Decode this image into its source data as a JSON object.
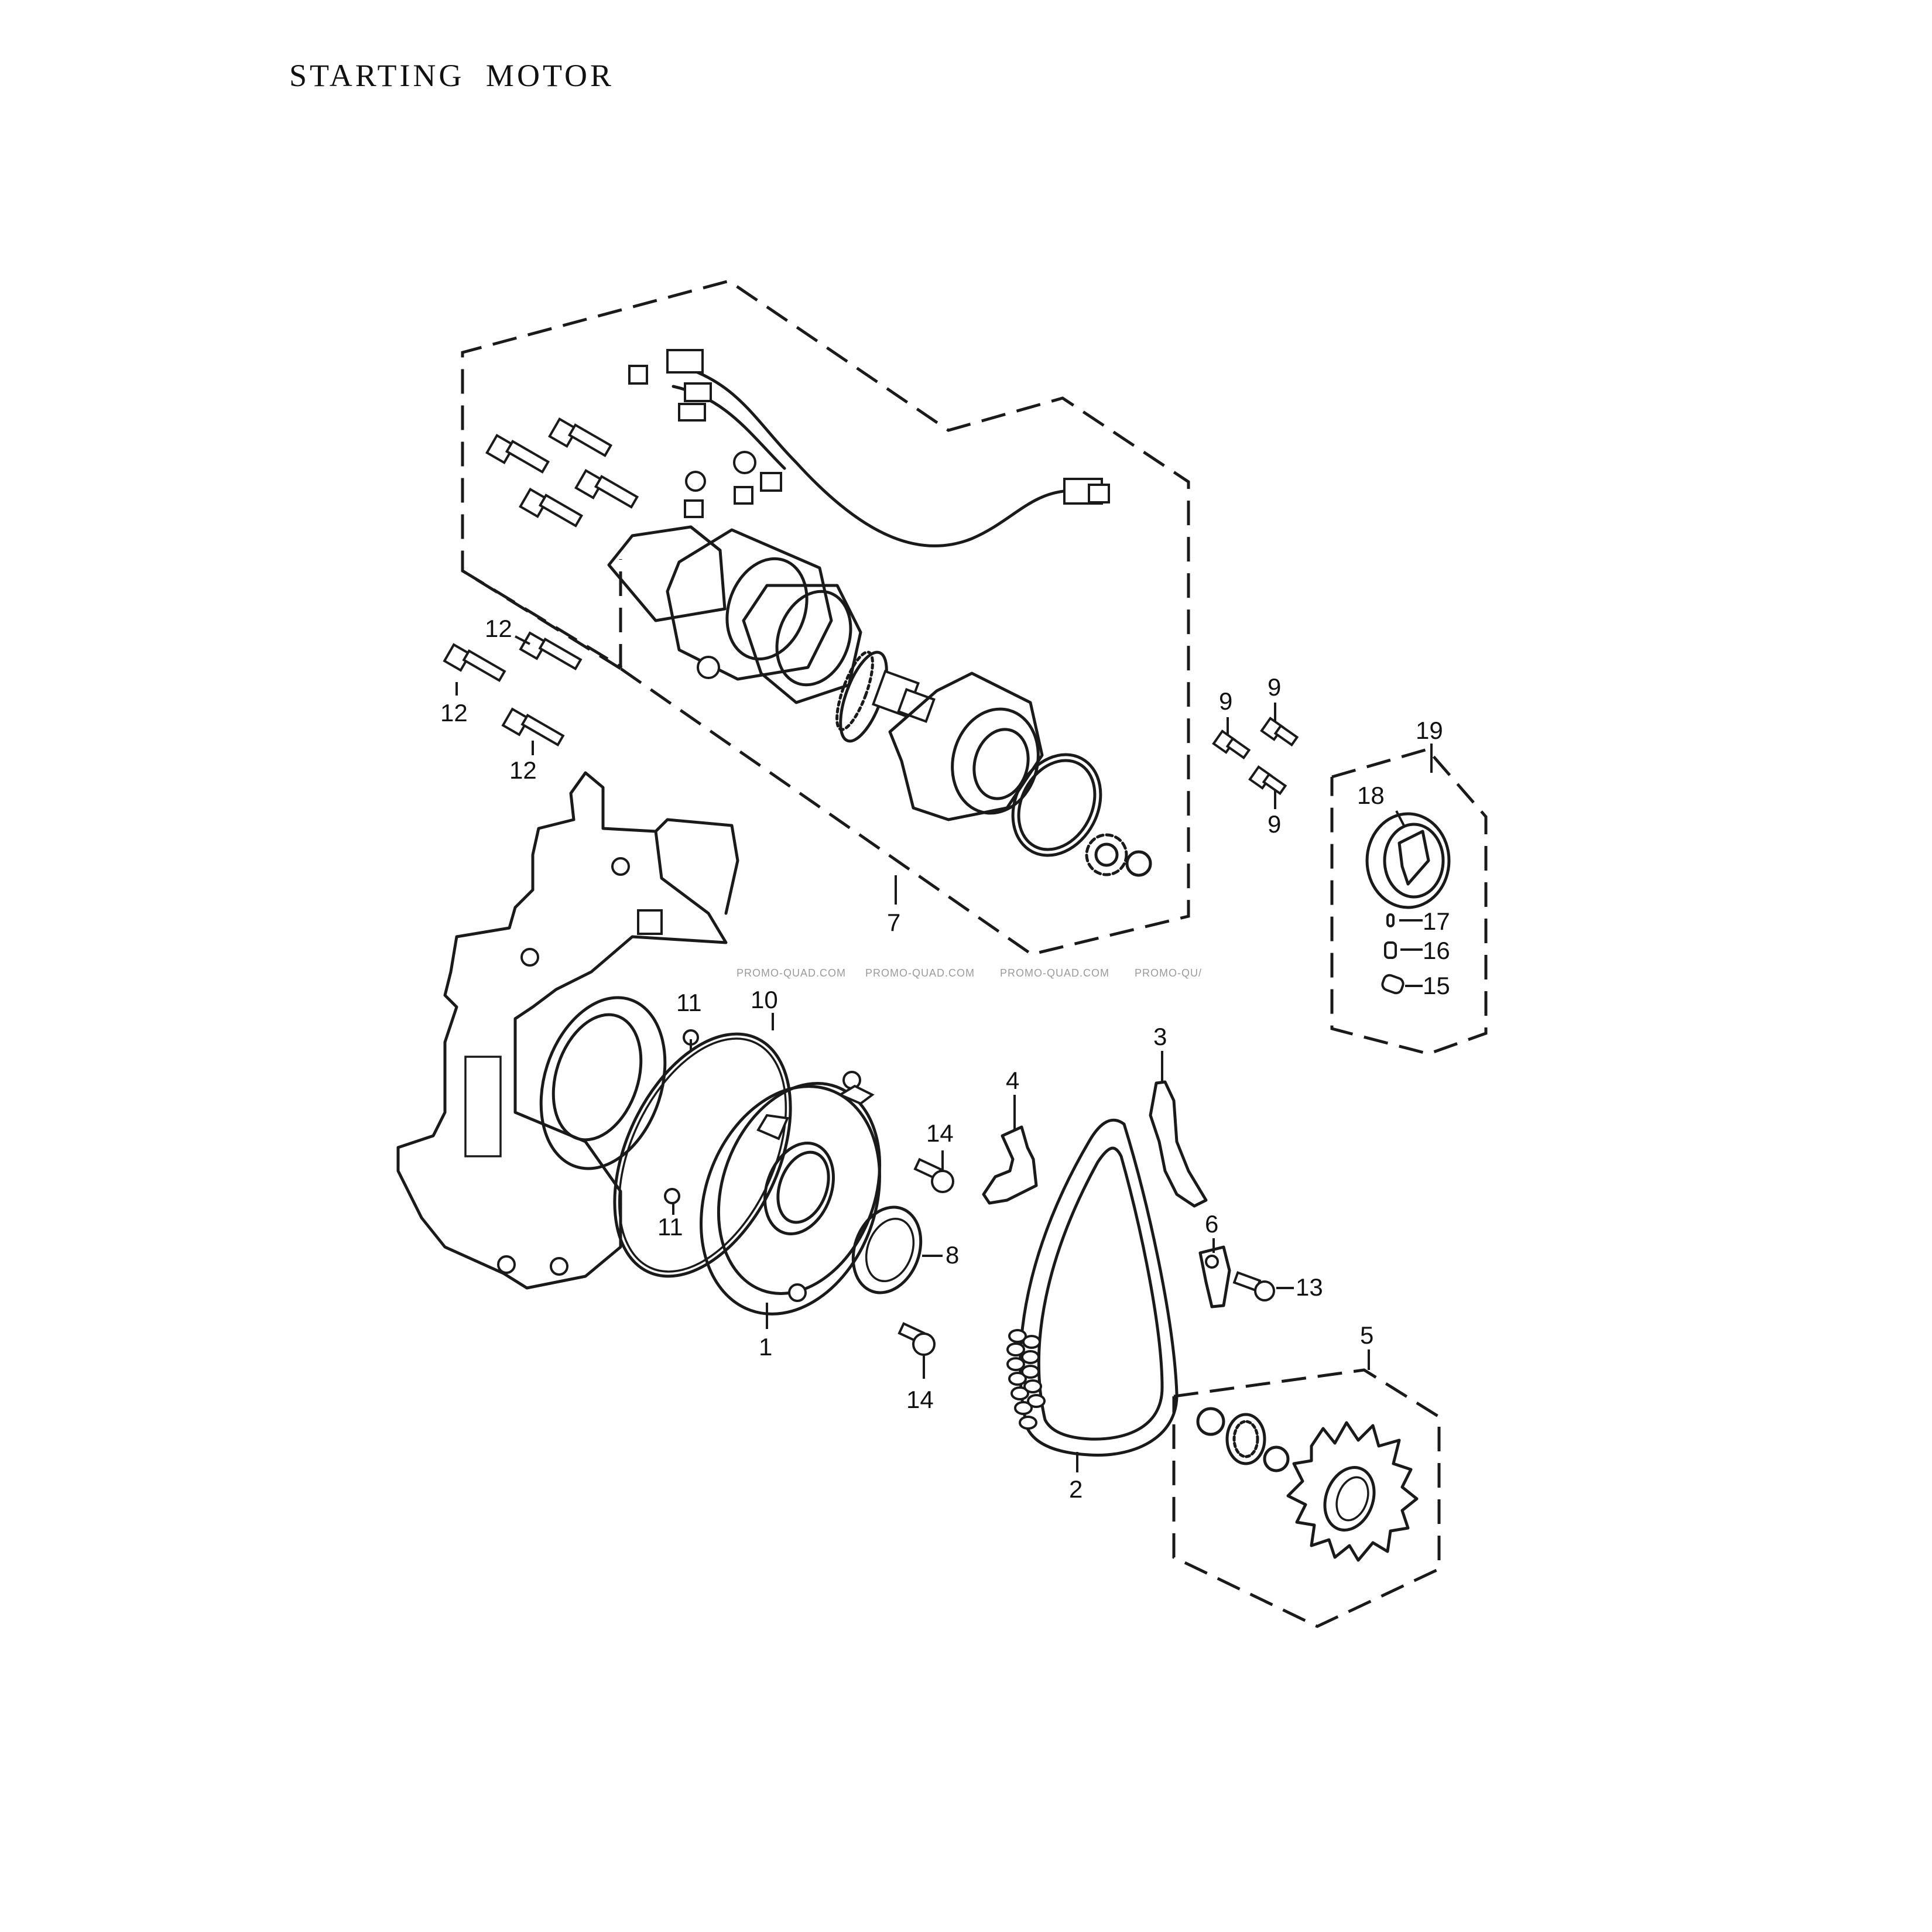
{
  "page": {
    "title": "STARTING MOTOR"
  },
  "watermark": [
    "PROMO-QUAD.COM",
    "PROMO-QUAD.COM",
    "PROMO-QUAD.COM",
    "PROMO-QU/"
  ],
  "callouts": {
    "c1": "1",
    "c2": "2",
    "c3": "3",
    "c4": "4",
    "c5": "5",
    "c6": "6",
    "c7": "7",
    "c8": "8",
    "c9a": "9",
    "c9b": "9",
    "c9c": "9",
    "c10": "10",
    "c11a": "11",
    "c11b": "11",
    "c12a": "12",
    "c12b": "12",
    "c12c": "12",
    "c13": "13",
    "c14a": "14",
    "c14b": "14",
    "c15": "15",
    "c16": "16",
    "c17": "17",
    "c18": "18",
    "c19": "19"
  }
}
